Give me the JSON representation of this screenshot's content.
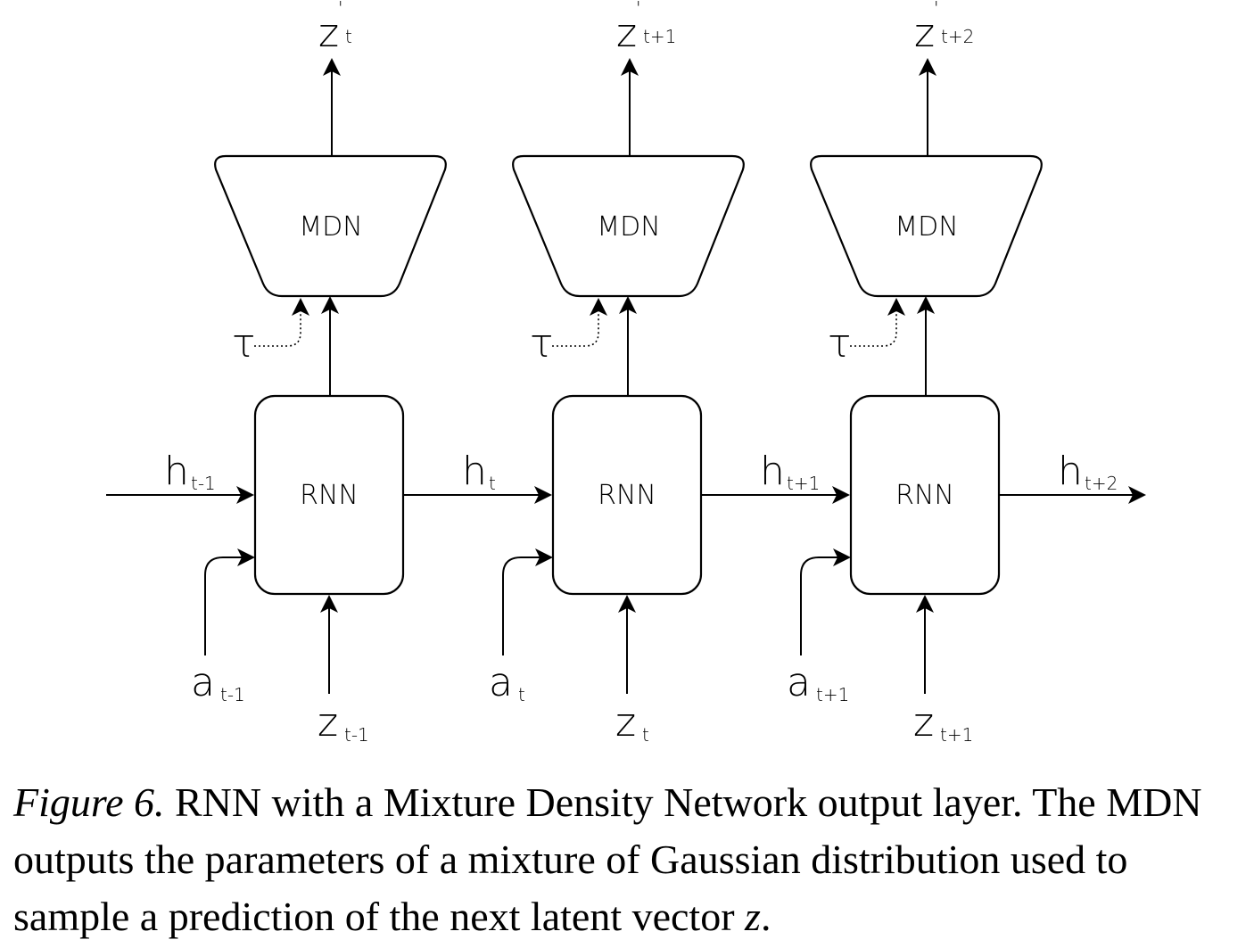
{
  "diagram": {
    "mdn_label": "MDN",
    "rnn_label": "RNN",
    "tau_symbol": "τ",
    "blocks": [
      {
        "output": {
          "base": "z",
          "sub": "t",
          "prime": "'"
        },
        "action": {
          "base": "a",
          "sub": "t-1"
        },
        "latent": {
          "base": "z",
          "sub": "t-1"
        }
      },
      {
        "output": {
          "base": "z",
          "sub": "t+1",
          "prime": "'"
        },
        "action": {
          "base": "a",
          "sub": "t"
        },
        "latent": {
          "base": "z",
          "sub": "t"
        }
      },
      {
        "output": {
          "base": "z",
          "sub": "t+2",
          "prime": "'"
        },
        "action": {
          "base": "a",
          "sub": "t+1"
        },
        "latent": {
          "base": "z",
          "sub": "t+1"
        }
      }
    ],
    "hidden_states": [
      {
        "base": "h",
        "sub": "t-1"
      },
      {
        "base": "h",
        "sub": "t"
      },
      {
        "base": "h",
        "sub": "t+1"
      },
      {
        "base": "h",
        "sub": "t+2"
      }
    ]
  },
  "caption": {
    "figure_label": "Figure 6.",
    "text_before_var": " RNN with a Mixture Density Network output layer. The MDN outputs the parameters of a mixture of Gaussian distribution used to sample a prediction of the next latent vector ",
    "variable": "z",
    "text_after_var": "."
  }
}
